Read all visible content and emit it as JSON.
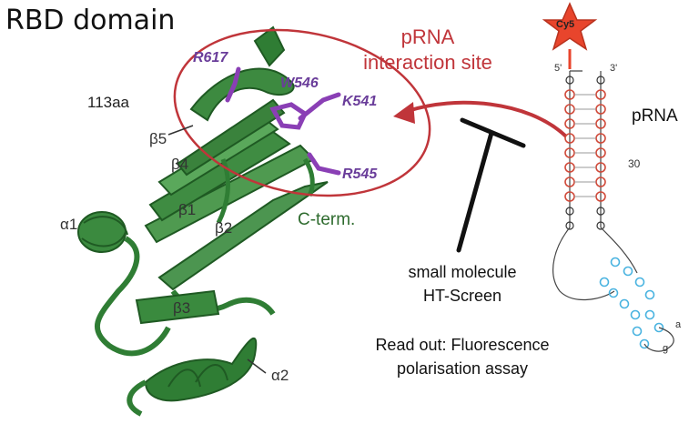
{
  "title": "RBD domain",
  "protein": {
    "length_label": "113aa",
    "residues": [
      "R617",
      "W546",
      "K541",
      "R545"
    ],
    "strands": [
      "β5",
      "β4",
      "β1",
      "β2",
      "β3"
    ],
    "helices": [
      "α1",
      "α2"
    ],
    "c_term_label": "C-term."
  },
  "interaction_site": {
    "line1": "pRNA",
    "line2": "interaction site"
  },
  "screen": {
    "line1": "small molecule",
    "line2": "HT-Screen",
    "readout_line1": "Read out: Fluorescence",
    "readout_line2": "polarisation assay"
  },
  "prna": {
    "label": "pRNA",
    "dye": "Cy5",
    "five_prime": "5'",
    "three_prime": "3'",
    "position_label": "30",
    "loop_a": "a",
    "loop_g": "g"
  },
  "colors": {
    "protein": "#2f7d34",
    "residues": "#8a3fb5",
    "site": "#c0353a",
    "stem_paired": "#d04a3a",
    "loop_paired": "#49b3e0",
    "star": "#e8452c"
  }
}
